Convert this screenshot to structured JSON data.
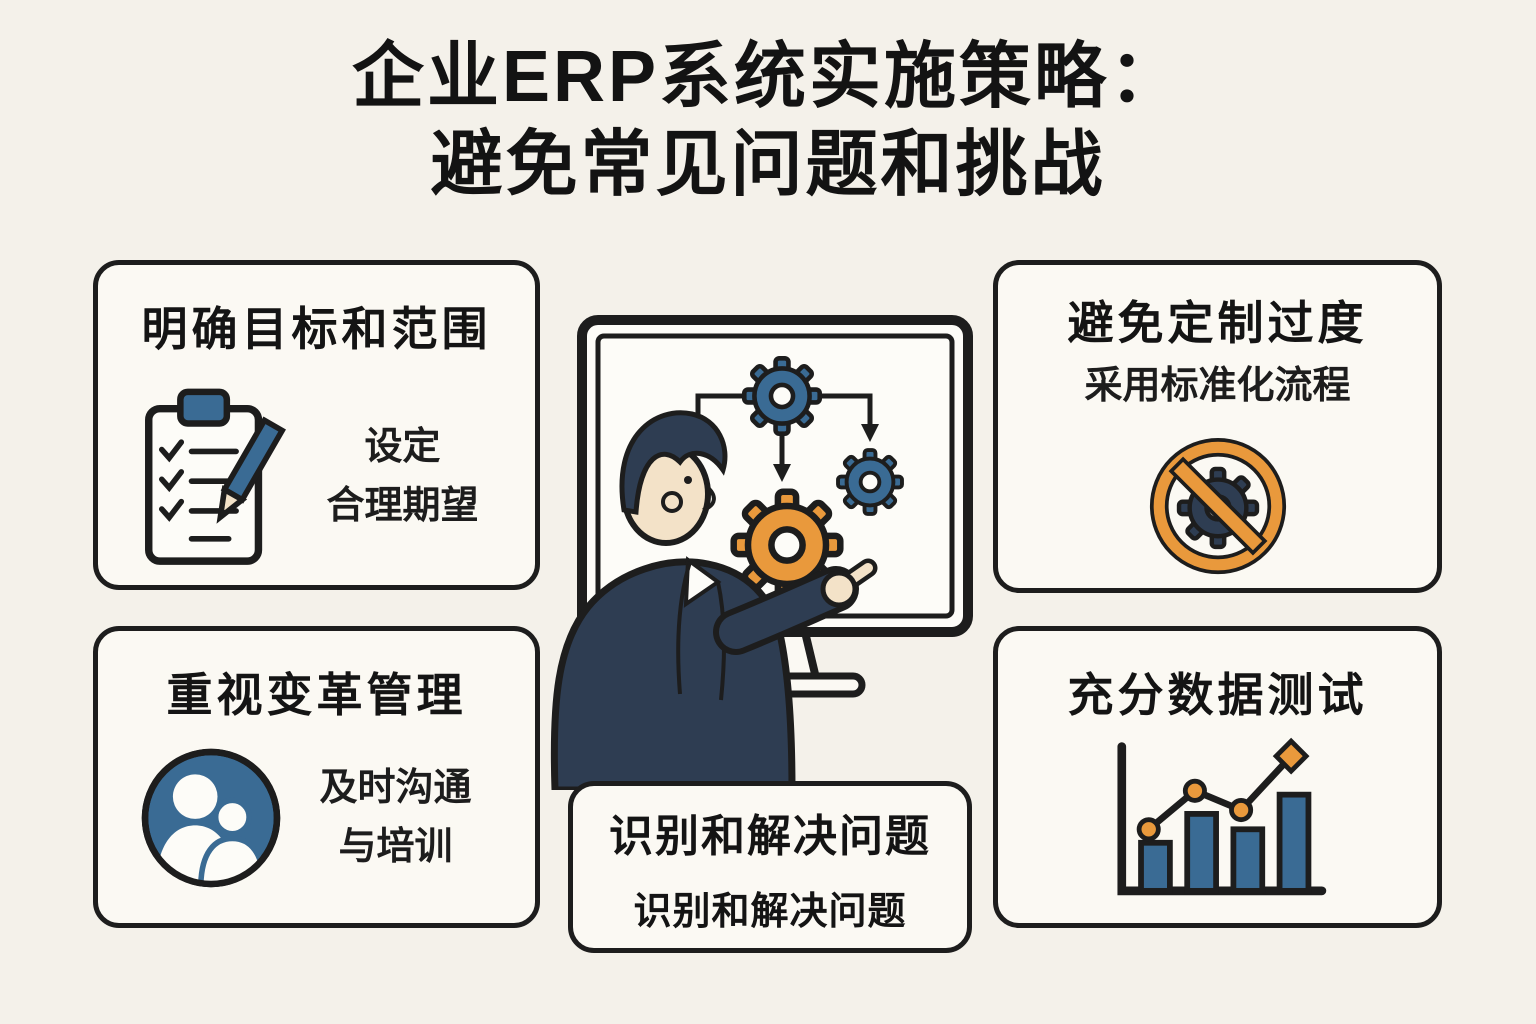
{
  "title": {
    "line1": "企业ERP系统实施策略：",
    "line2": "避免常见问题和挑战"
  },
  "cards": {
    "goals": {
      "title": "明确目标和范围",
      "line1": "设定",
      "line2": "合理期望"
    },
    "customization": {
      "title": "避免定制过度",
      "subtitle": "采用标准化流程"
    },
    "change": {
      "title": "重视变革管理",
      "line1": "及时沟通",
      "line2": "与培训"
    },
    "problems": {
      "line1": "识别和解决问题",
      "line2": "识别和解决问题"
    },
    "testing": {
      "title": "充分数据测试"
    }
  },
  "icons": {
    "goals": "clipboard-checklist-icon",
    "customization": "no-gear-icon",
    "change": "people-icon",
    "testing": "bar-chart-icon",
    "center": "monitor-gears-presenter-illustration"
  },
  "colors": {
    "background": "#f4f1ea",
    "card_background": "#fbf9f3",
    "outline": "#1d1d1d",
    "blue": "#3a6b94",
    "navy": "#2e3d52",
    "orange": "#e9993c",
    "skin": "#f3e2c8"
  }
}
